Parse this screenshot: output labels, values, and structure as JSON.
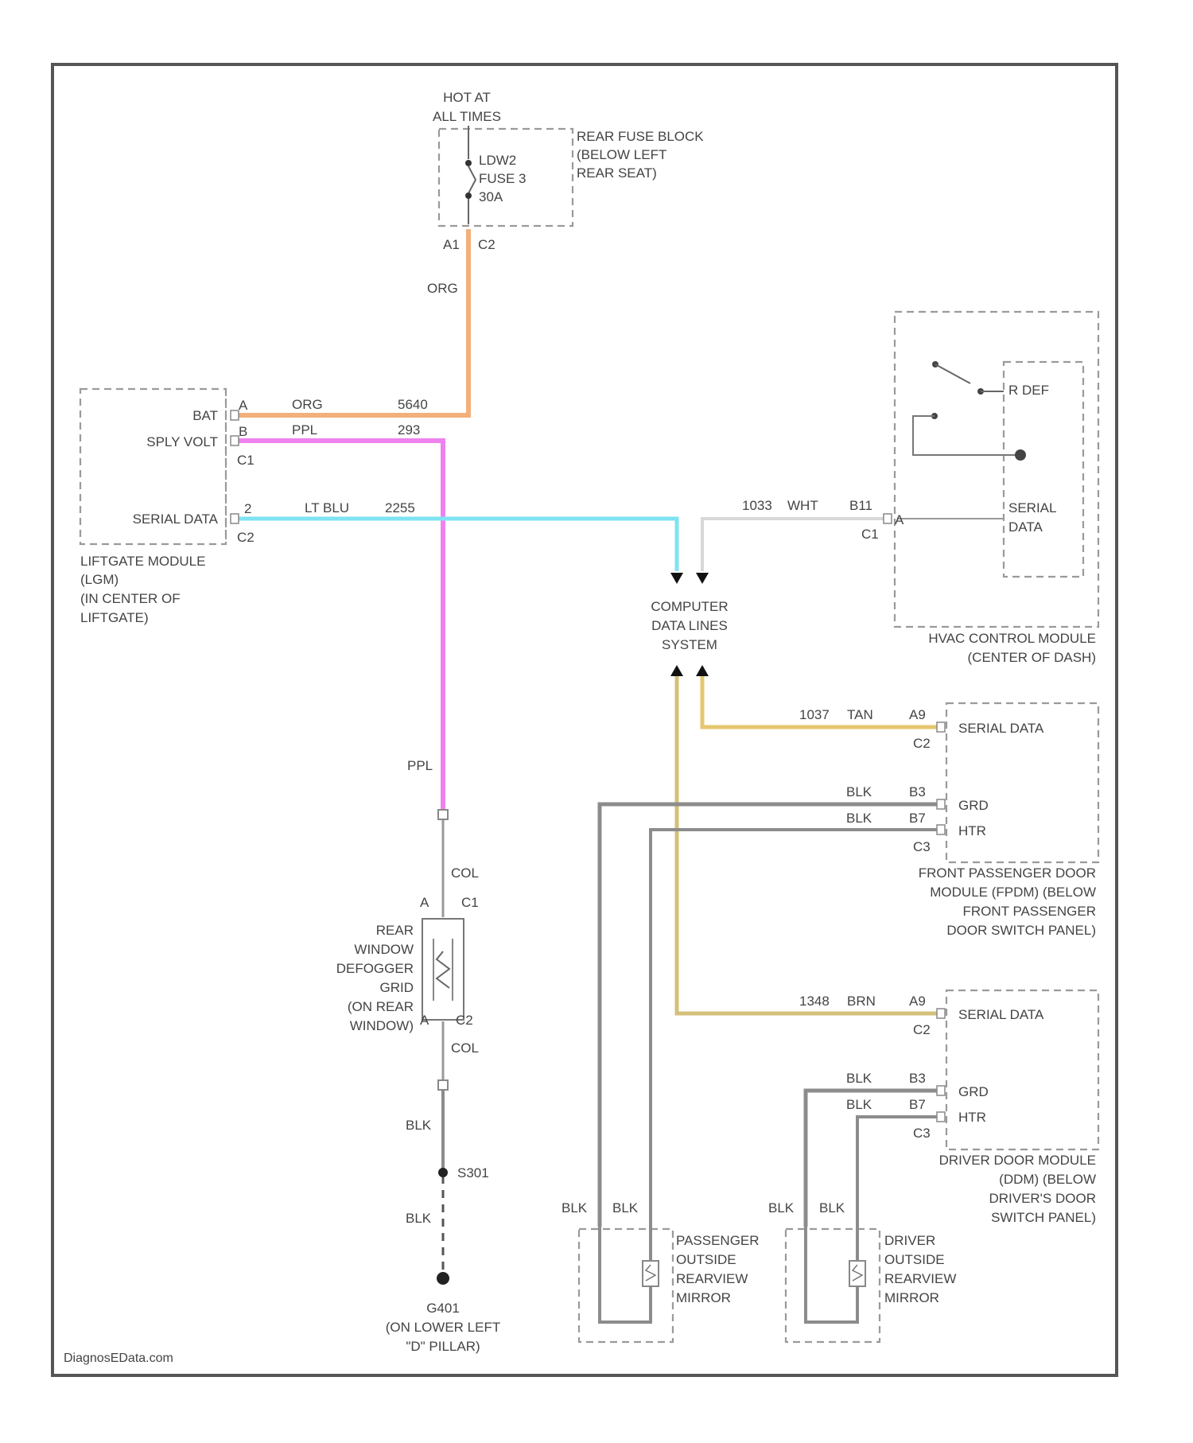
{
  "fuse_block": {
    "hot": [
      "HOT AT",
      "ALL TIMES"
    ],
    "fuse": [
      "LDW2",
      "FUSE 3",
      "30A"
    ],
    "label": [
      "REAR FUSE BLOCK",
      "(BELOW LEFT",
      "REAR SEAT)"
    ],
    "pin_a1": "A1",
    "conn_c2": "C2",
    "wire_color": "ORG"
  },
  "liftgate": {
    "pin_bat": "BAT",
    "pin_splyvolt": "SPLY VOLT",
    "pin_serial": "SERIAL DATA",
    "pins": {
      "a": "A",
      "b": "B",
      "two": "2"
    },
    "conn_c1": "C1",
    "conn_c2": "C2",
    "wire_org": "ORG",
    "circ_org": "5640",
    "wire_ppl": "PPL",
    "circ_ppl": "293",
    "wire_ltblu": "LT BLU",
    "circ_ltblu": "2255",
    "label": [
      "LIFTGATE MODULE",
      "(LGM)",
      "(IN CENTER OF",
      "LIFTGATE)"
    ]
  },
  "hvac": {
    "rdef": "R DEF",
    "serial": [
      "SERIAL",
      "DATA"
    ],
    "circuit": "1033",
    "wire_color": "WHT",
    "pin": "B11",
    "conn": "C1",
    "pin_a": "A",
    "label": [
      "HVAC CONTROL MODULE",
      "(CENTER OF DASH)"
    ]
  },
  "cdls": {
    "label": [
      "COMPUTER",
      "DATA LINES",
      "SYSTEM"
    ]
  },
  "defogger": {
    "wire_top": "PPL",
    "wire_mid": "COL",
    "wire_bot": "COL",
    "conn_c1": "C1",
    "conn_c2": "C2",
    "pin_a_top": "A",
    "pin_a_bot": "A",
    "label": [
      "REAR",
      "WINDOW",
      "DEFOGGER",
      "GRID",
      "(ON REAR",
      "WINDOW)"
    ]
  },
  "ground": {
    "wire1": "BLK",
    "splice": "S301",
    "wire2": "BLK",
    "label": [
      "G401",
      "(ON LOWER LEFT",
      "\"D\" PILLAR)"
    ]
  },
  "ppdm": {
    "circuit": "1037",
    "wire_color": "TAN",
    "pin_serial": "A9",
    "conn_c2": "C2",
    "serial_label": "SERIAL DATA",
    "grd_wire": "BLK",
    "grd_pin": "B3",
    "grd_label": "GRD",
    "htr_wire": "BLK",
    "htr_pin": "B7",
    "htr_label": "HTR",
    "conn_c3": "C3",
    "label": [
      "FRONT PASSENGER DOOR",
      "MODULE (FPDM) (BELOW",
      "FRONT PASSENGER",
      "DOOR SWITCH PANEL)"
    ]
  },
  "ddm": {
    "circuit": "1348",
    "wire_color": "BRN",
    "pin_serial": "A9",
    "conn_c2": "C2",
    "serial_label": "SERIAL DATA",
    "grd_wire": "BLK",
    "grd_pin": "B3",
    "grd_label": "GRD",
    "htr_wire": "BLK",
    "htr_pin": "B7",
    "htr_label": "HTR",
    "conn_c3": "C3",
    "label": [
      "DRIVER DOOR MODULE",
      "(DDM) (BELOW",
      "DRIVER'S DOOR",
      "SWITCH PANEL)"
    ]
  },
  "pass_mirror": {
    "wire1": "BLK",
    "wire2": "BLK",
    "label": [
      "PASSENGER",
      "OUTSIDE",
      "REARVIEW",
      "MIRROR"
    ]
  },
  "drv_mirror": {
    "wire1": "BLK",
    "wire2": "BLK",
    "label": [
      "DRIVER",
      "OUTSIDE",
      "REARVIEW",
      "MIRROR"
    ]
  },
  "watermark": "DiagnosEData.com",
  "colors": {
    "org": "#f2b07a",
    "ppl": "#ee82ee",
    "ltblu": "#7fe3f2",
    "wht": "#d8d8d8",
    "tan": "#e6c66e",
    "brn": "#d4c07a",
    "blk": "#8c8c8c",
    "col": "#9a9a9a"
  }
}
